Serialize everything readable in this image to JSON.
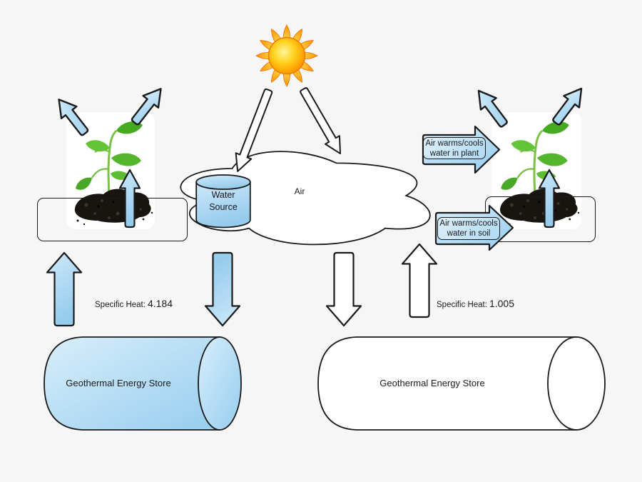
{
  "colors": {
    "background": "#f6f6f6",
    "outline": "#1a1a1a",
    "blue_light": "#d9eefb",
    "blue_deep": "#9ccfef",
    "white_shape": "#ffffff",
    "sun_core": "#ffd21f",
    "sun_ray": "#ff8f00",
    "leaf_green": "#52b52c",
    "soil_brown": "#18140f"
  },
  "icons": {
    "sun": "sun-icon"
  },
  "cloud": {
    "label": "Air"
  },
  "water_source": {
    "line1": "Water",
    "line2": "Source"
  },
  "callout_plant": {
    "line1": "Air warms/cools",
    "line2": "water in plant"
  },
  "callout_soil": {
    "line1": "Air warms/cools",
    "line2": "water in soil"
  },
  "left_system": {
    "specific_heat_label": "Specific Heat:",
    "specific_heat_value": "4.184",
    "store_label": "Geothermal Energy Store"
  },
  "right_system": {
    "specific_heat_label": "Specific Heat:",
    "specific_heat_value": "1.005",
    "store_label": "Geothermal Energy Store"
  }
}
